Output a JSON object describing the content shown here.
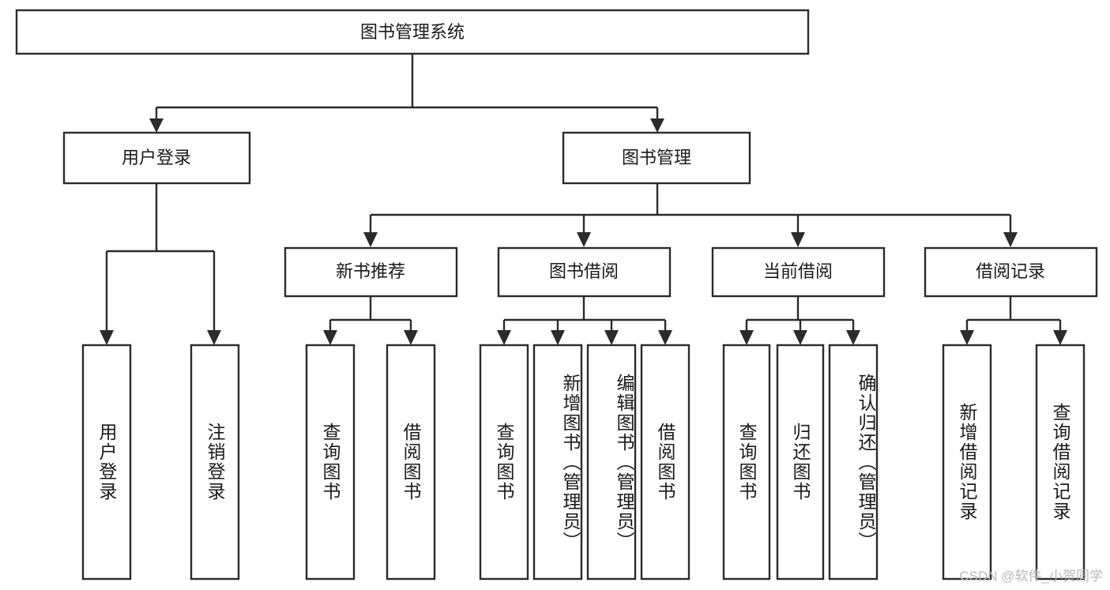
{
  "diagram": {
    "type": "hierarchy-tree",
    "root": {
      "id": "root",
      "label": "图书管理系统",
      "orientation": "horizontal"
    },
    "level2": [
      {
        "id": "user-login",
        "label": "用户登录",
        "orientation": "horizontal"
      },
      {
        "id": "book-manage",
        "label": "图书管理",
        "orientation": "horizontal"
      }
    ],
    "level3": [
      {
        "id": "new-book-recommend",
        "label": "新书推荐",
        "orientation": "horizontal",
        "parent": "book-manage"
      },
      {
        "id": "book-borrow",
        "label": "图书借阅",
        "orientation": "horizontal",
        "parent": "book-manage"
      },
      {
        "id": "current-borrow",
        "label": "当前借阅",
        "orientation": "horizontal",
        "parent": "book-manage"
      },
      {
        "id": "borrow-record",
        "label": "借阅记录",
        "orientation": "horizontal",
        "parent": "book-manage"
      }
    ],
    "leaves": {
      "user-login": [
        {
          "id": "leaf-user-login",
          "label": "用户登录"
        },
        {
          "id": "leaf-user-logout",
          "label": "注销登录"
        }
      ],
      "new-book-recommend": [
        {
          "id": "leaf-query-book-1",
          "label": "查询图书"
        },
        {
          "id": "leaf-borrow-book-1",
          "label": "借阅图书"
        }
      ],
      "book-borrow": [
        {
          "id": "leaf-query-book-2",
          "label": "查询图书"
        },
        {
          "id": "leaf-add-book",
          "label": "新增图书（管理员）"
        },
        {
          "id": "leaf-edit-book",
          "label": "编辑图书（管理员）"
        },
        {
          "id": "leaf-borrow-book-2",
          "label": "借阅图书"
        }
      ],
      "current-borrow": [
        {
          "id": "leaf-query-book-3",
          "label": "查询图书"
        },
        {
          "id": "leaf-return-book",
          "label": "归还图书"
        },
        {
          "id": "leaf-confirm-return",
          "label": "确认归还（管理员）"
        }
      ],
      "borrow-record": [
        {
          "id": "leaf-add-record",
          "label": "新增借阅记录"
        },
        {
          "id": "leaf-query-record",
          "label": "查询借阅记录"
        }
      ]
    }
  },
  "watermark": {
    "text": "CSDN @软件_小贺同学"
  },
  "colors": {
    "box_stroke": "#2b2b2b",
    "box_fill": "#ffffff",
    "text": "#1a1a1a",
    "background": "#ffffff",
    "watermark": "#b9b9b9"
  }
}
